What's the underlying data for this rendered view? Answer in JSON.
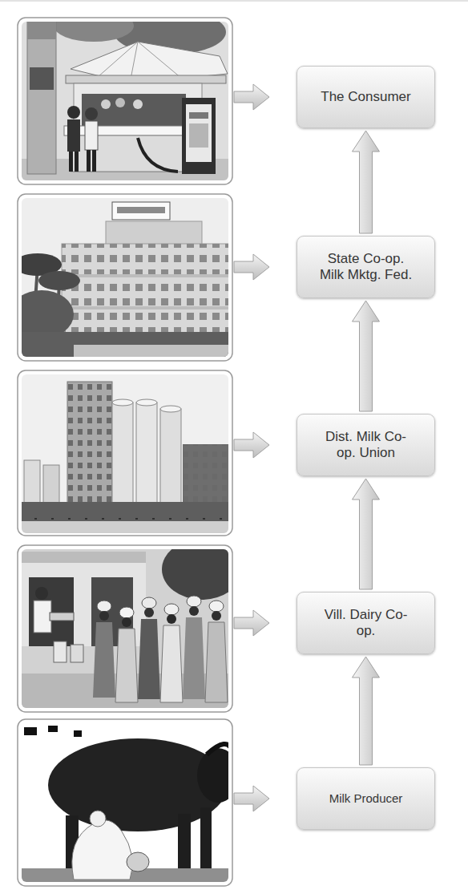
{
  "diagram": {
    "nodes": [
      {
        "text": [
          "The Consumer"
        ]
      },
      {
        "text": [
          "State Co-op. Milk Mktg. Fed."
        ]
      },
      {
        "text": [
          "Dist. Milk Co-op. Union"
        ]
      },
      {
        "text": [
          "Vill. Dairy Co-op."
        ]
      },
      {
        "text": [
          "Milk Producer"
        ]
      }
    ],
    "edges": [
      {
        "from": 4,
        "to": 3,
        "arrow": "to"
      },
      {
        "from": 3,
        "to": 2,
        "arrow": "to"
      },
      {
        "from": 2,
        "to": 1,
        "arrow": "to"
      },
      {
        "from": 1,
        "to": 0,
        "arrow": "to"
      }
    ]
  }
}
